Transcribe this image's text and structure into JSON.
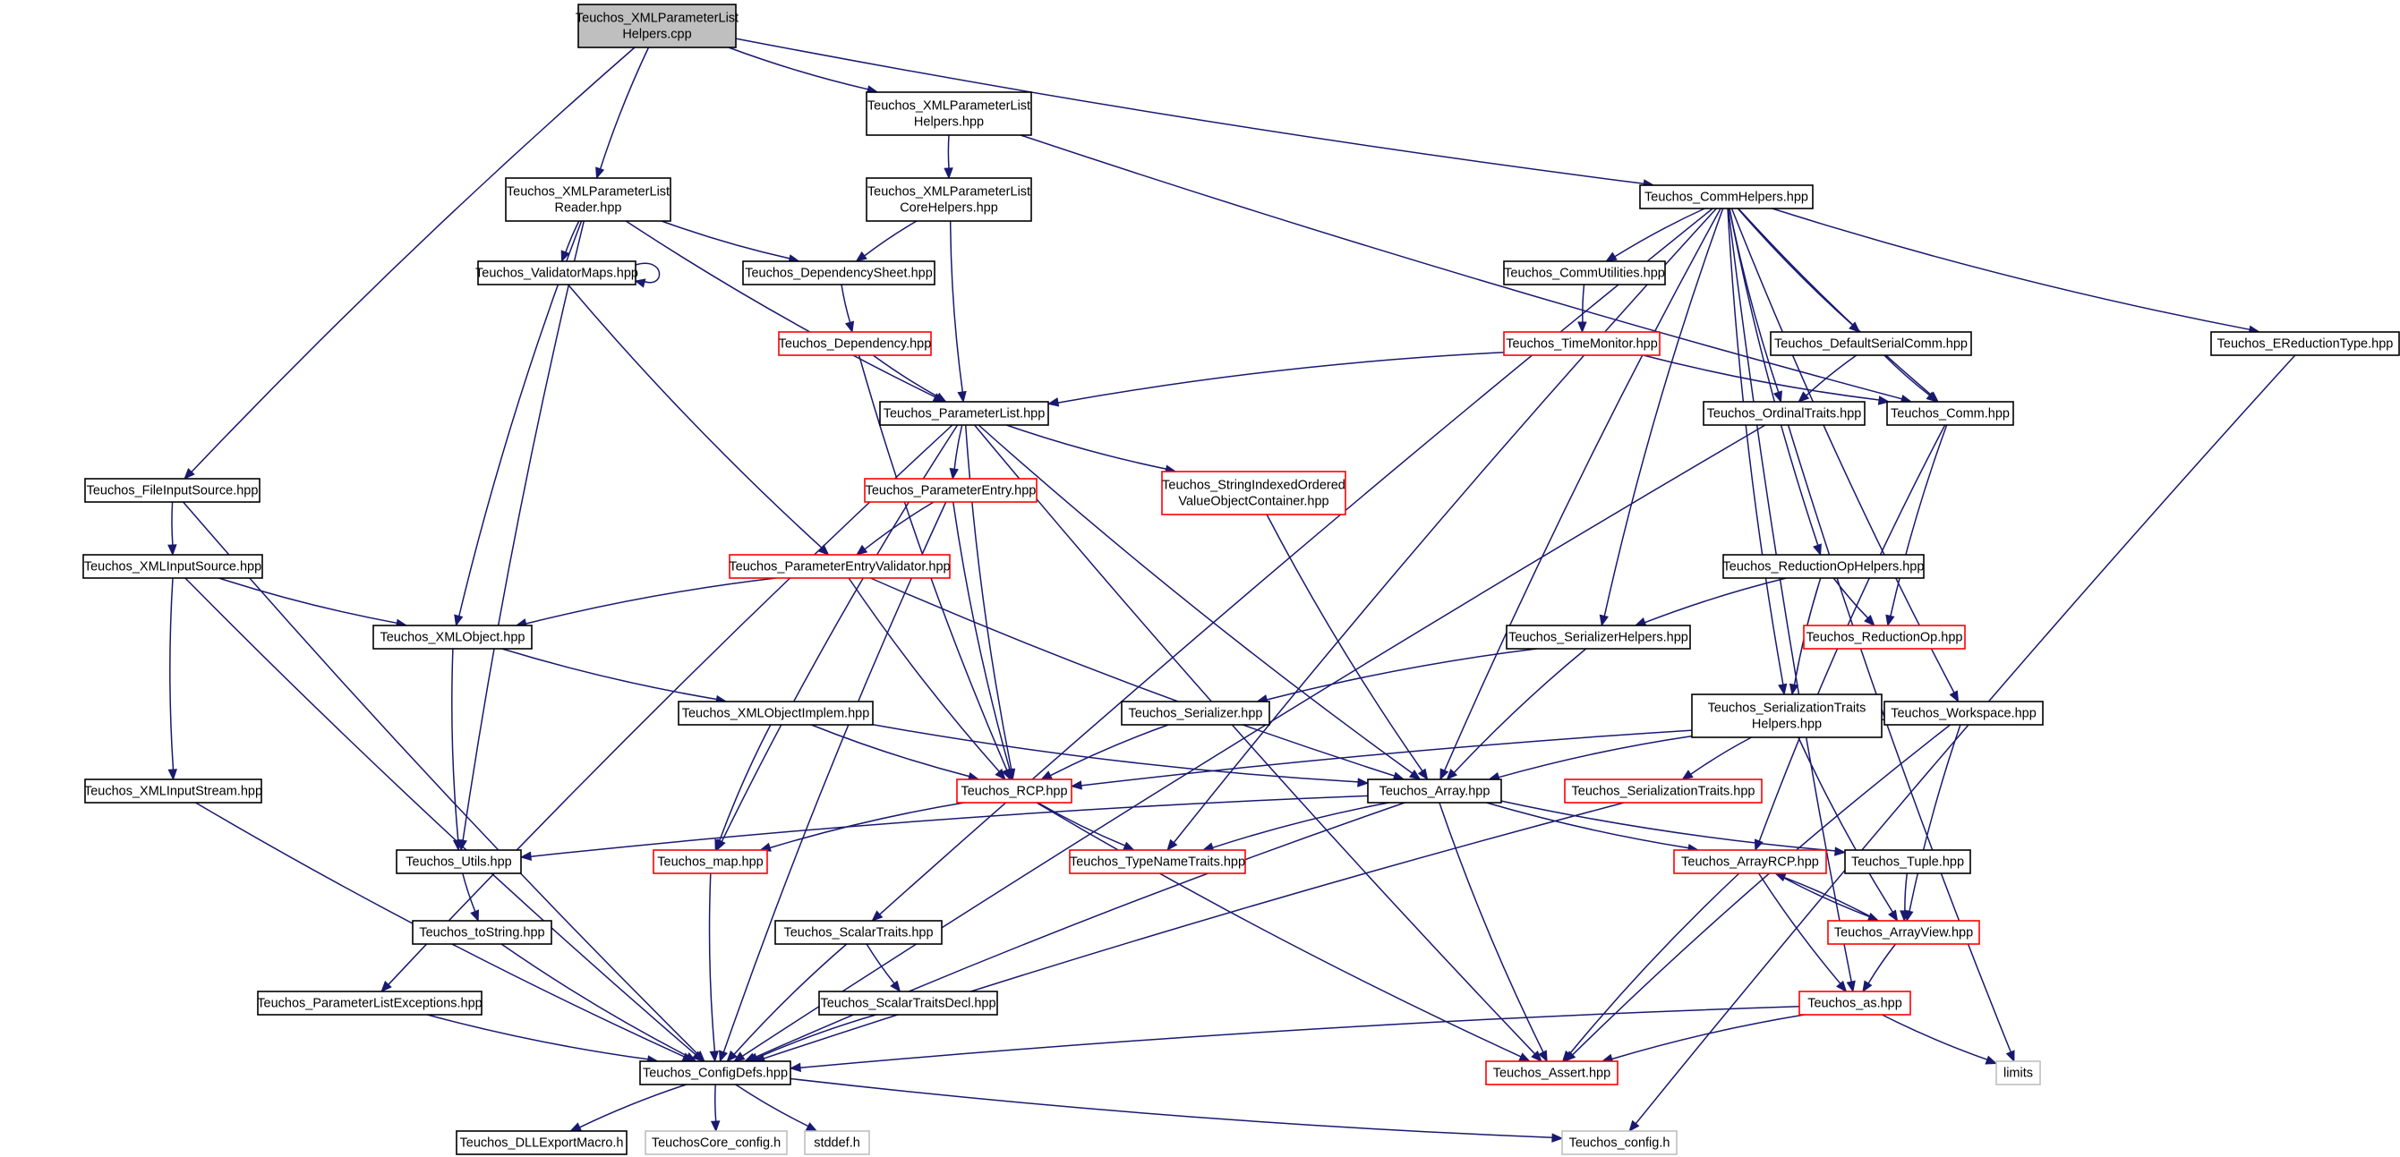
{
  "colors": {
    "edge": "#191970",
    "border_default": "#000000",
    "border_incomplete": "#ff0000",
    "border_system": "#bfbfbf",
    "fill_default": "#ffffff",
    "fill_root": "#bfbfbf"
  },
  "nodes": [
    {
      "id": "root",
      "lines": [
        "Teuchos_XMLParameterList",
        "Helpers.cpp"
      ],
      "kind": "root"
    },
    {
      "id": "xmlplh",
      "lines": [
        "Teuchos_XMLParameterList",
        "Helpers.hpp"
      ],
      "kind": "default"
    },
    {
      "id": "xmlplr",
      "lines": [
        "Teuchos_XMLParameterList",
        "Reader.hpp"
      ],
      "kind": "default"
    },
    {
      "id": "xmlplch",
      "lines": [
        "Teuchos_XMLParameterList",
        "CoreHelpers.hpp"
      ],
      "kind": "default"
    },
    {
      "id": "commhelpers",
      "lines": [
        "Teuchos_CommHelpers.hpp"
      ],
      "kind": "default"
    },
    {
      "id": "valmaps",
      "lines": [
        "Teuchos_ValidatorMaps.hpp"
      ],
      "kind": "default"
    },
    {
      "id": "depsheet",
      "lines": [
        "Teuchos_DependencySheet.hpp"
      ],
      "kind": "default"
    },
    {
      "id": "commutil",
      "lines": [
        "Teuchos_CommUtilities.hpp"
      ],
      "kind": "default"
    },
    {
      "id": "dependency",
      "lines": [
        "Teuchos_Dependency.hpp"
      ],
      "kind": "incomplete"
    },
    {
      "id": "timemon",
      "lines": [
        "Teuchos_TimeMonitor.hpp"
      ],
      "kind": "incomplete"
    },
    {
      "id": "defserial",
      "lines": [
        "Teuchos_DefaultSerialComm.hpp"
      ],
      "kind": "default"
    },
    {
      "id": "ereduct",
      "lines": [
        "Teuchos_EReductionType.hpp"
      ],
      "kind": "default"
    },
    {
      "id": "paramlist",
      "lines": [
        "Teuchos_ParameterList.hpp"
      ],
      "kind": "default"
    },
    {
      "id": "ordtraits",
      "lines": [
        "Teuchos_OrdinalTraits.hpp"
      ],
      "kind": "default"
    },
    {
      "id": "comm",
      "lines": [
        "Teuchos_Comm.hpp"
      ],
      "kind": "default"
    },
    {
      "id": "fileinput",
      "lines": [
        "Teuchos_FileInputSource.hpp"
      ],
      "kind": "default"
    },
    {
      "id": "paramentry",
      "lines": [
        "Teuchos_ParameterEntry.hpp"
      ],
      "kind": "incomplete"
    },
    {
      "id": "strindexed",
      "lines": [
        "Teuchos_StringIndexedOrdered",
        "ValueObjectContainer.hpp"
      ],
      "kind": "incomplete"
    },
    {
      "id": "xmlinputsrc",
      "lines": [
        "Teuchos_XMLInputSource.hpp"
      ],
      "kind": "default"
    },
    {
      "id": "pev",
      "lines": [
        "Teuchos_ParameterEntryValidator.hpp"
      ],
      "kind": "incomplete"
    },
    {
      "id": "reductopHelpers",
      "lines": [
        "Teuchos_ReductionOpHelpers.hpp"
      ],
      "kind": "default"
    },
    {
      "id": "xmlobject",
      "lines": [
        "Teuchos_XMLObject.hpp"
      ],
      "kind": "default"
    },
    {
      "id": "serhelpers",
      "lines": [
        "Teuchos_SerializerHelpers.hpp"
      ],
      "kind": "default"
    },
    {
      "id": "reductop",
      "lines": [
        "Teuchos_ReductionOp.hpp"
      ],
      "kind": "incomplete"
    },
    {
      "id": "xmlobjimpl",
      "lines": [
        "Teuchos_XMLObjectImplem.hpp"
      ],
      "kind": "default"
    },
    {
      "id": "serializer",
      "lines": [
        "Teuchos_Serializer.hpp"
      ],
      "kind": "default"
    },
    {
      "id": "sertraitshelpers",
      "lines": [
        "Teuchos_SerializationTraits",
        "Helpers.hpp"
      ],
      "kind": "default"
    },
    {
      "id": "workspace",
      "lines": [
        "Teuchos_Workspace.hpp"
      ],
      "kind": "default"
    },
    {
      "id": "xmlinputstream",
      "lines": [
        "Teuchos_XMLInputStream.hpp"
      ],
      "kind": "default"
    },
    {
      "id": "rcp",
      "lines": [
        "Teuchos_RCP.hpp"
      ],
      "kind": "incomplete"
    },
    {
      "id": "array",
      "lines": [
        "Teuchos_Array.hpp"
      ],
      "kind": "default"
    },
    {
      "id": "sertraits",
      "lines": [
        "Teuchos_SerializationTraits.hpp"
      ],
      "kind": "incomplete"
    },
    {
      "id": "utils",
      "lines": [
        "Teuchos_Utils.hpp"
      ],
      "kind": "default"
    },
    {
      "id": "map",
      "lines": [
        "Teuchos_map.hpp"
      ],
      "kind": "incomplete"
    },
    {
      "id": "typename",
      "lines": [
        "Teuchos_TypeNameTraits.hpp"
      ],
      "kind": "incomplete"
    },
    {
      "id": "arrayrcp",
      "lines": [
        "Teuchos_ArrayRCP.hpp"
      ],
      "kind": "incomplete"
    },
    {
      "id": "tuple",
      "lines": [
        "Teuchos_Tuple.hpp"
      ],
      "kind": "default"
    },
    {
      "id": "tostring",
      "lines": [
        "Teuchos_toString.hpp"
      ],
      "kind": "default"
    },
    {
      "id": "scalartraits",
      "lines": [
        "Teuchos_ScalarTraits.hpp"
      ],
      "kind": "default"
    },
    {
      "id": "arrayview",
      "lines": [
        "Teuchos_ArrayView.hpp"
      ],
      "kind": "incomplete"
    },
    {
      "id": "plexceptions",
      "lines": [
        "Teuchos_ParameterListExceptions.hpp"
      ],
      "kind": "default"
    },
    {
      "id": "scalartraitsdecl",
      "lines": [
        "Teuchos_ScalarTraitsDecl.hpp"
      ],
      "kind": "default"
    },
    {
      "id": "as",
      "lines": [
        "Teuchos_as.hpp"
      ],
      "kind": "incomplete"
    },
    {
      "id": "configdefs",
      "lines": [
        "Teuchos_ConfigDefs.hpp"
      ],
      "kind": "default"
    },
    {
      "id": "assert",
      "lines": [
        "Teuchos_Assert.hpp"
      ],
      "kind": "incomplete"
    },
    {
      "id": "limits",
      "lines": [
        "limits"
      ],
      "kind": "system"
    },
    {
      "id": "dllexport",
      "lines": [
        "Teuchos_DLLExportMacro.h"
      ],
      "kind": "default"
    },
    {
      "id": "coreconfig",
      "lines": [
        "TeuchosCore_config.h"
      ],
      "kind": "system"
    },
    {
      "id": "stddef",
      "lines": [
        "stddef.h"
      ],
      "kind": "system"
    },
    {
      "id": "config",
      "lines": [
        "Teuchos_config.h"
      ],
      "kind": "system"
    }
  ],
  "edges": [
    [
      "root",
      "xmlplh"
    ],
    [
      "root",
      "xmlplr"
    ],
    [
      "root",
      "commhelpers"
    ],
    [
      "root",
      "fileinput"
    ],
    [
      "xmlplh",
      "xmlplch"
    ],
    [
      "xmlplh",
      "comm"
    ],
    [
      "xmlplr",
      "valmaps"
    ],
    [
      "xmlplr",
      "depsheet"
    ],
    [
      "xmlplr",
      "paramlist"
    ],
    [
      "xmlplr",
      "xmlobject"
    ],
    [
      "xmlplr",
      "utils"
    ],
    [
      "xmlplch",
      "depsheet"
    ],
    [
      "xmlplch",
      "paramlist"
    ],
    [
      "valmaps",
      "valmaps"
    ],
    [
      "valmaps",
      "pev"
    ],
    [
      "depsheet",
      "dependency"
    ],
    [
      "dependency",
      "paramlist"
    ],
    [
      "dependency",
      "rcp"
    ],
    [
      "commhelpers",
      "commutil"
    ],
    [
      "commhelpers",
      "defserial"
    ],
    [
      "commhelpers",
      "ereduct"
    ],
    [
      "commhelpers",
      "comm"
    ],
    [
      "commhelpers",
      "ordtraits"
    ],
    [
      "commhelpers",
      "reductopHelpers"
    ],
    [
      "commhelpers",
      "serhelpers"
    ],
    [
      "commhelpers",
      "sertraitshelpers"
    ],
    [
      "commhelpers",
      "workspace"
    ],
    [
      "commhelpers",
      "array"
    ],
    [
      "commhelpers",
      "typename"
    ],
    [
      "commhelpers",
      "scalartraits"
    ],
    [
      "commhelpers",
      "as"
    ],
    [
      "commutil",
      "timemon"
    ],
    [
      "timemon",
      "paramlist"
    ],
    [
      "timemon",
      "comm"
    ],
    [
      "defserial",
      "ordtraits"
    ],
    [
      "defserial",
      "comm"
    ],
    [
      "ereduct",
      "config"
    ],
    [
      "paramlist",
      "paramentry"
    ],
    [
      "paramlist",
      "strindexed"
    ],
    [
      "paramlist",
      "plexceptions"
    ],
    [
      "paramlist",
      "rcp"
    ],
    [
      "paramlist",
      "array"
    ],
    [
      "paramlist",
      "map"
    ],
    [
      "paramlist",
      "assert"
    ],
    [
      "ordtraits",
      "configdefs"
    ],
    [
      "ordtraits",
      "limits"
    ],
    [
      "comm",
      "reductop"
    ],
    [
      "comm",
      "arrayrcp"
    ],
    [
      "fileinput",
      "xmlinputsrc"
    ],
    [
      "fileinput",
      "configdefs"
    ],
    [
      "xmlinputsrc",
      "xmlobject"
    ],
    [
      "xmlinputsrc",
      "xmlinputstream"
    ],
    [
      "xmlinputsrc",
      "configdefs"
    ],
    [
      "paramentry",
      "pev"
    ],
    [
      "paramentry",
      "rcp"
    ],
    [
      "paramentry",
      "configdefs"
    ],
    [
      "strindexed",
      "array"
    ],
    [
      "pev",
      "xmlobject"
    ],
    [
      "pev",
      "rcp"
    ],
    [
      "pev",
      "array"
    ],
    [
      "reductopHelpers",
      "reductop"
    ],
    [
      "reductopHelpers",
      "serhelpers"
    ],
    [
      "reductopHelpers",
      "sertraitshelpers"
    ],
    [
      "xmlobject",
      "xmlobjimpl"
    ],
    [
      "xmlobject",
      "utils"
    ],
    [
      "serhelpers",
      "serializer"
    ],
    [
      "serhelpers",
      "array"
    ],
    [
      "xmlobjimpl",
      "rcp"
    ],
    [
      "xmlobjimpl",
      "array"
    ],
    [
      "xmlobjimpl",
      "map"
    ],
    [
      "serializer",
      "rcp"
    ],
    [
      "sertraitshelpers",
      "sertraits"
    ],
    [
      "sertraitshelpers",
      "array"
    ],
    [
      "sertraitshelpers",
      "arrayview"
    ],
    [
      "workspace",
      "rcp"
    ],
    [
      "workspace",
      "arrayview"
    ],
    [
      "workspace",
      "assert"
    ],
    [
      "xmlinputstream",
      "configdefs"
    ],
    [
      "rcp",
      "map"
    ],
    [
      "rcp",
      "typename"
    ],
    [
      "rcp",
      "assert"
    ],
    [
      "array",
      "utils"
    ],
    [
      "array",
      "typename"
    ],
    [
      "array",
      "arrayrcp"
    ],
    [
      "array",
      "tuple"
    ],
    [
      "array",
      "assert"
    ],
    [
      "array",
      "configdefs"
    ],
    [
      "sertraits",
      "configdefs"
    ],
    [
      "utils",
      "tostring"
    ],
    [
      "map",
      "configdefs"
    ],
    [
      "arrayrcp",
      "arrayview"
    ],
    [
      "arrayrcp",
      "as"
    ],
    [
      "arrayrcp",
      "assert"
    ],
    [
      "tuple",
      "arrayview"
    ],
    [
      "tostring",
      "configdefs"
    ],
    [
      "scalartraits",
      "scalartraitsdecl"
    ],
    [
      "scalartraits",
      "configdefs"
    ],
    [
      "arrayview",
      "arrayrcp"
    ],
    [
      "arrayview",
      "as"
    ],
    [
      "plexceptions",
      "configdefs"
    ],
    [
      "scalartraitsdecl",
      "configdefs"
    ],
    [
      "as",
      "configdefs"
    ],
    [
      "as",
      "assert"
    ],
    [
      "as",
      "limits"
    ],
    [
      "configdefs",
      "dllexport"
    ],
    [
      "configdefs",
      "coreconfig"
    ],
    [
      "configdefs",
      "stddef"
    ],
    [
      "configdefs",
      "config"
    ]
  ]
}
